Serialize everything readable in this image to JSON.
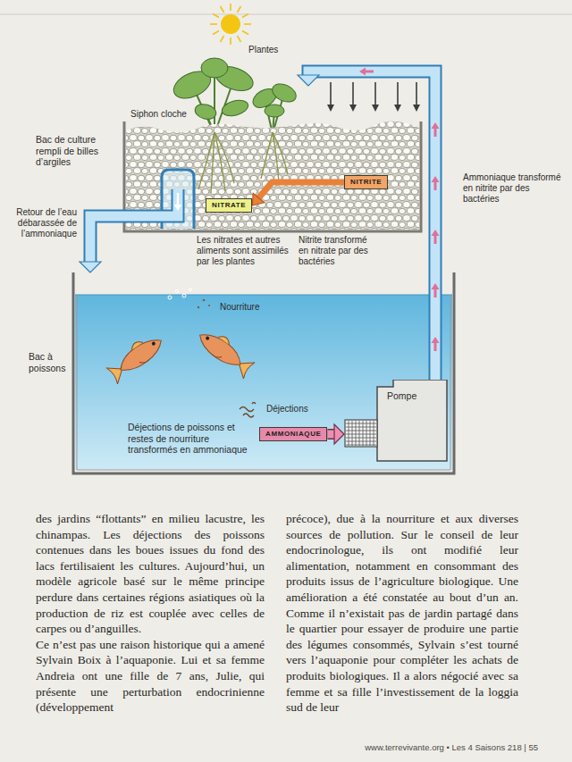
{
  "diagram": {
    "nodes": [
      {
        "text": [
          "Bac de culture rempli de billes d’argiles"
        ]
      },
      {
        "text": [
          "NITRATE"
        ],
        "in": 0
      },
      {
        "text": [
          "NITRITE"
        ],
        "in": 0
      },
      {
        "text": [
          "Bac à poissons",
          "Déjections de poissons et restes de nourriture transformés en ammoniaque"
        ]
      },
      {
        "text": [
          "AMMONIAQUE"
        ],
        "in": 3
      },
      {
        "text": [
          "Pompe"
        ],
        "in": 3
      }
    ],
    "edges": [
      {
        "from": 2,
        "to": 1,
        "arrow": "to"
      },
      {
        "from": 4,
        "to": 5,
        "arrow": "to"
      },
      {
        "from": 5,
        "to": 0,
        "arrow": "to"
      },
      {
        "from": 0,
        "to": 3,
        "arrow": "to"
      }
    ],
    "labels": [
      "Plantes",
      "Siphon cloche",
      "Ammoniaque transformé en nitrite par des bactéries",
      "Retour de l’eau débarassée de l’ammoniaque",
      "Les nitrates et autres aliments sont assimilés par les plantes",
      "Nitrite transformé en nitrate par des bactéries",
      "Nourriture",
      "Déjections",
      "des jardins “flottants” en milieu lacustre, les chinampas. Les déjections des poissons contenues dans les boues issues du fond des lacs fertilisaient les cultures. Aujourd’hui, un modèle agricole basé sur le même principe perdure dans certaines régions asiatiques où la production de riz est couplée avec celles de carpes ou d’anguilles.",
      "Ce n’est pas une raison historique qui a amené Sylvain Boix à l’aquaponie. Lui et sa femme Andreia ont une fille de 7 ans, Julie, qui présente une perturbation endocrinienne (développement",
      "précoce), due à la nourriture et aux diverses sources de pollution. Sur le conseil de leur endocrinologue, ils ont modifié leur alimentation, notamment en consommant des produits issus de l’agriculture biologique. Une amélioration a été constatée au bout d’un an. Comme il n’existait pas de jardin partagé dans le quartier pour essayer de produire une partie des légumes consommés, Sylvain s’est tourné vers l’aquaponie pour compléter les achats de produits biologiques. Il a alors négocié avec sa femme et sa fille l’investissement de la loggia sud de leur",
      "www.terrevivante.org • Les 4 Saisons 218 | 55"
    ]
  }
}
